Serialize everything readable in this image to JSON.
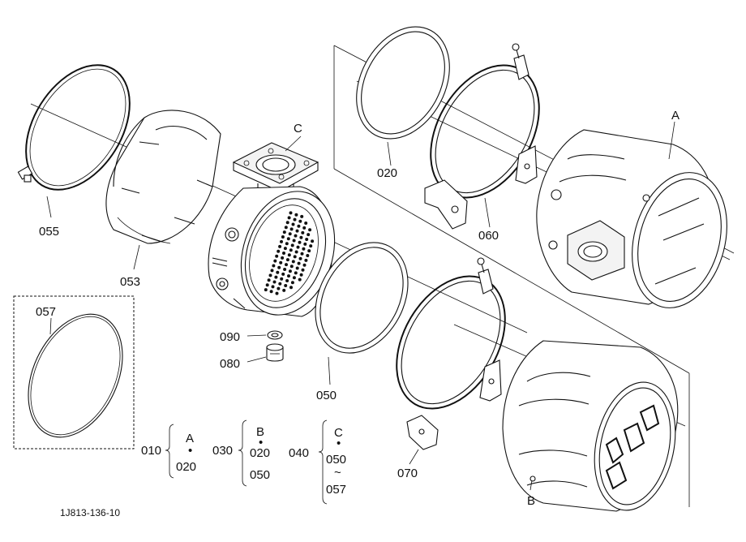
{
  "callouts": {
    "c055": "055",
    "c053": "053",
    "c057": "057",
    "c090": "090",
    "c080": "080",
    "c050": "050",
    "c020": "020",
    "c060": "060",
    "c070": "070",
    "cA": "A",
    "cB": "B",
    "cC": "C"
  },
  "assembly_legend": [
    {
      "code": "010",
      "group": "A",
      "dot": "•",
      "items": [
        "020"
      ]
    },
    {
      "code": "030",
      "group": "B",
      "dot": "•",
      "items": [
        "020",
        "050"
      ]
    },
    {
      "code": "040",
      "group": "C",
      "dot": "•",
      "items": [
        "050",
        "~",
        "057"
      ]
    }
  ],
  "drawing_ref": "1J813-136-10"
}
